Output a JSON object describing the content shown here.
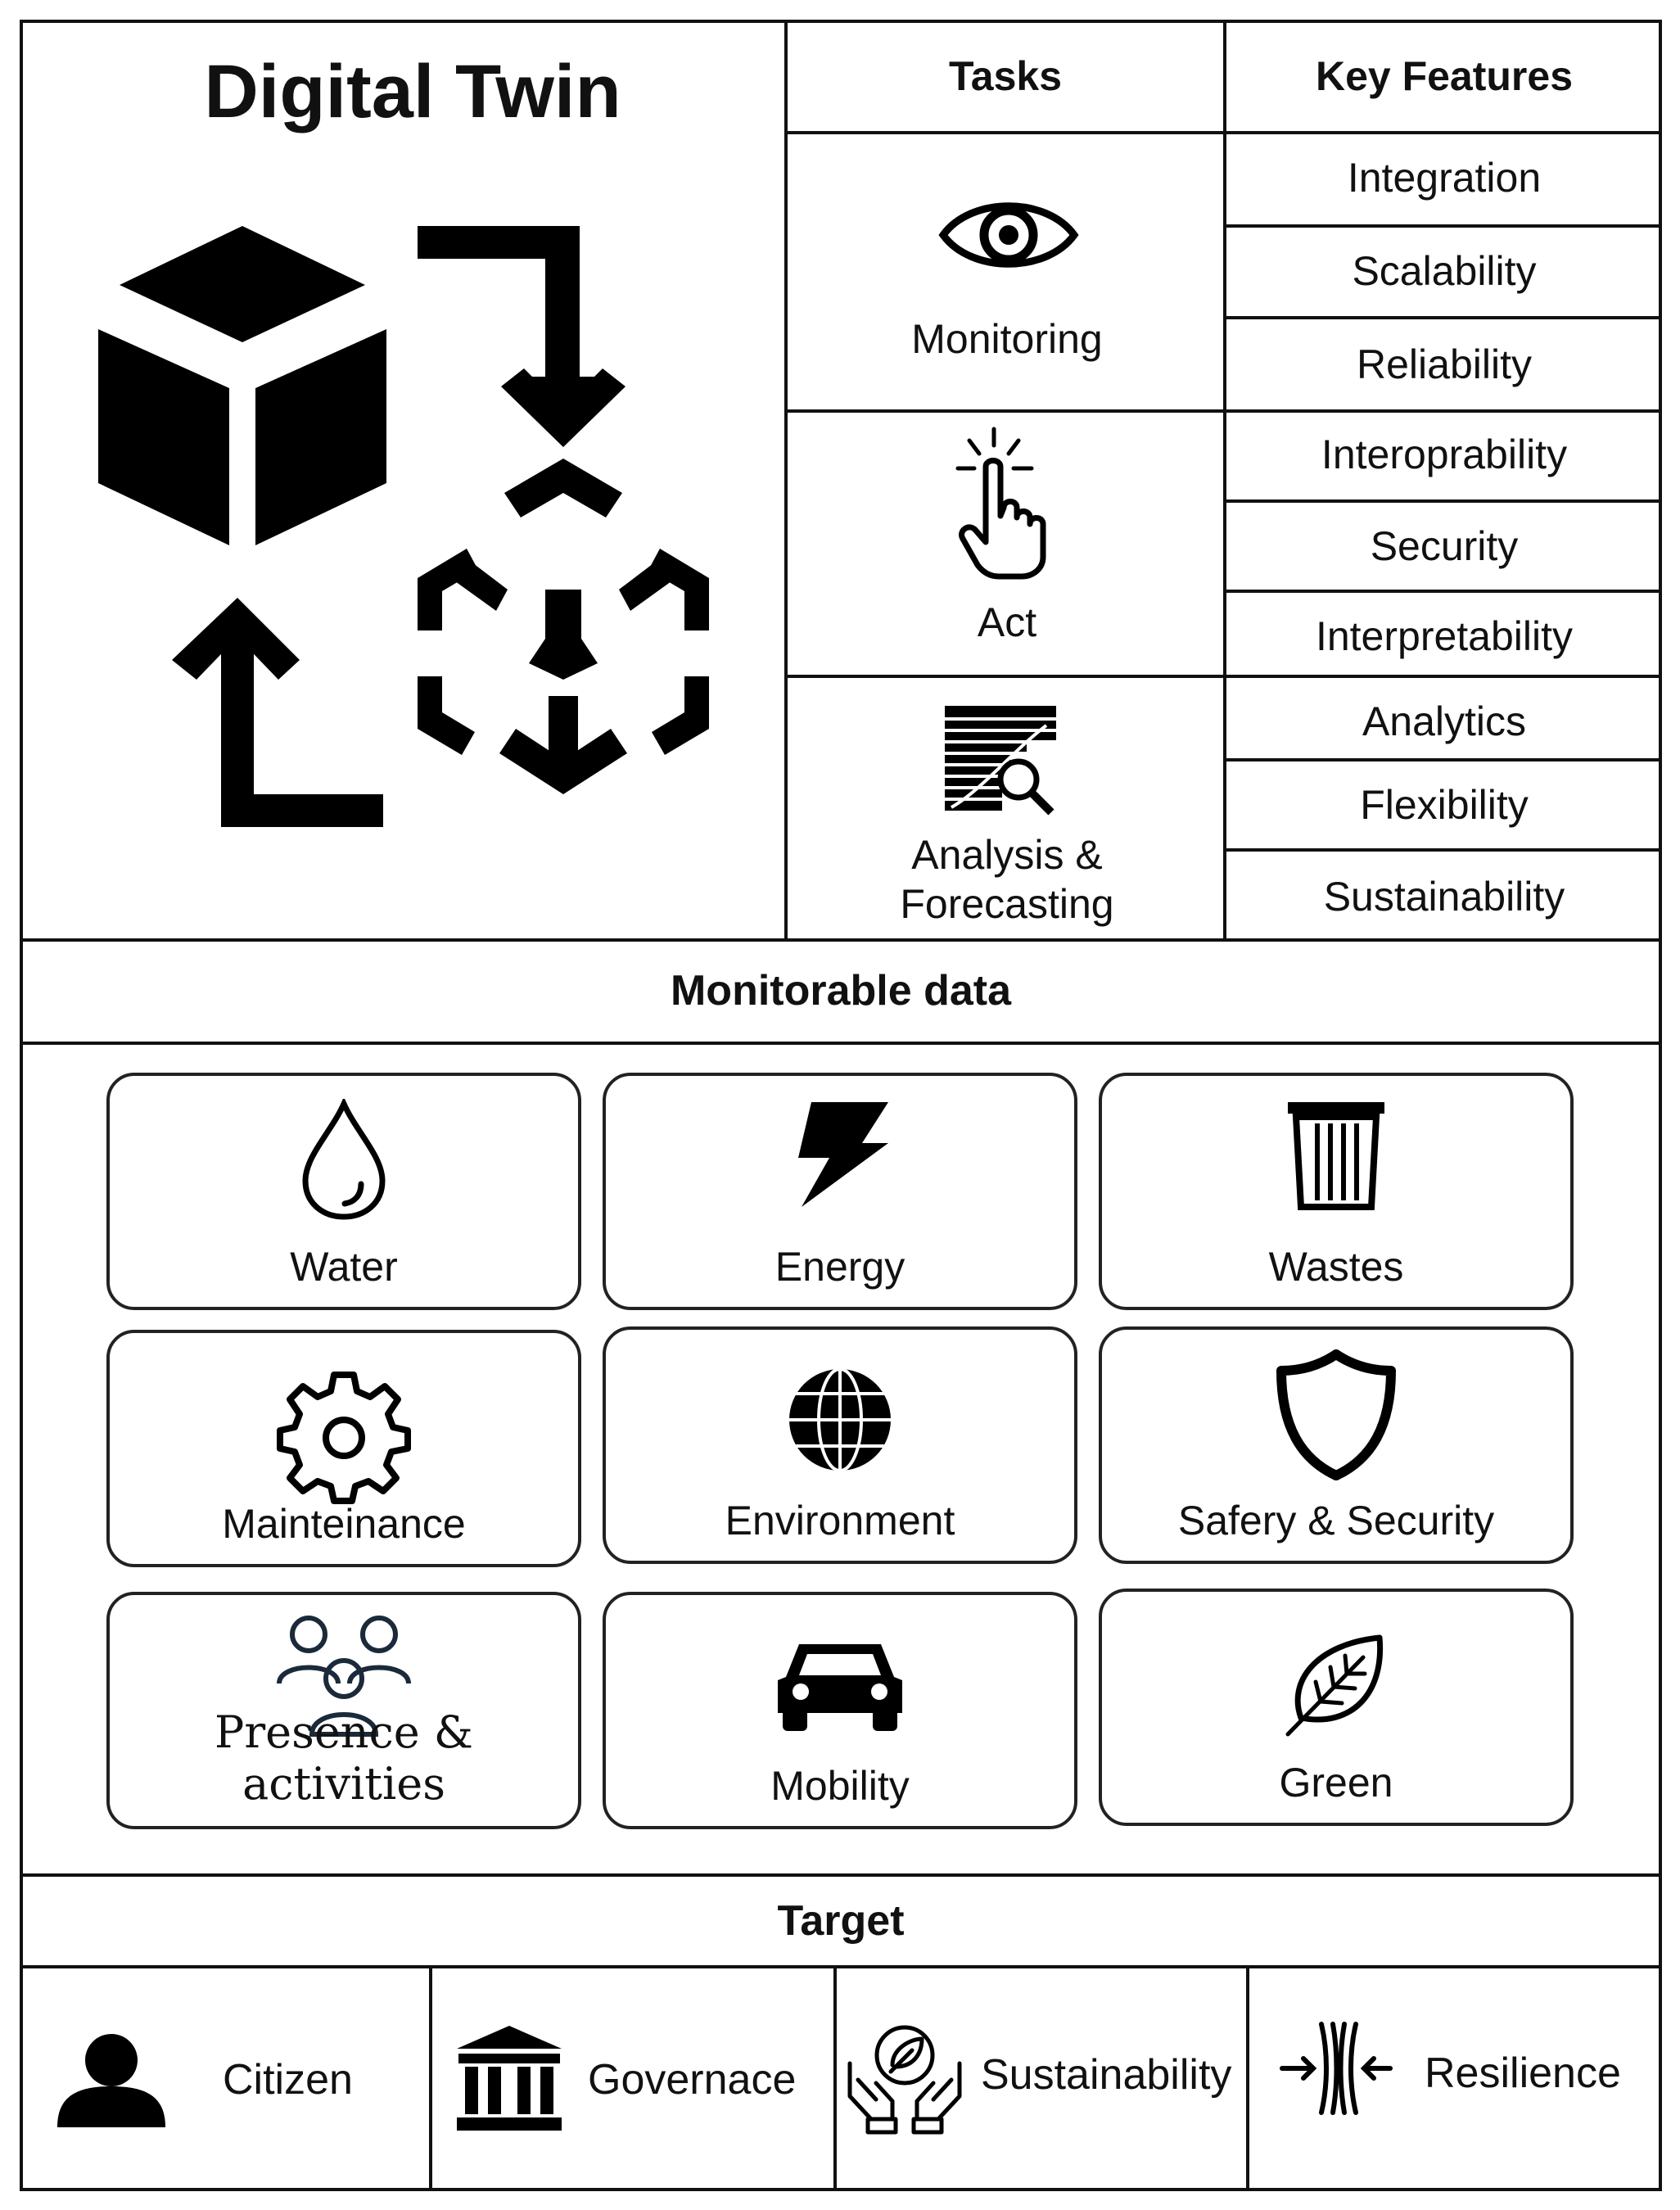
{
  "title": "Digital Twin",
  "headers": {
    "tasks": "Tasks",
    "key_features": "Key Features"
  },
  "tasks": [
    {
      "label": "Monitoring",
      "icon": "eye-icon"
    },
    {
      "label": "Act",
      "icon": "pointer-hand-icon"
    },
    {
      "label_line1": "Analysis &",
      "label_line2": "Forecasting",
      "icon": "analysis-chart-icon"
    }
  ],
  "key_features": [
    "Integration",
    "Scalability",
    "Reliability",
    "Interoprability",
    "Security",
    "Interpretability",
    "Analytics",
    "Flexibility",
    "Sustainability"
  ],
  "monitorable": {
    "title": "Monitorable data",
    "items": [
      {
        "label": "Water",
        "icon": "water-drop-icon"
      },
      {
        "label": "Energy",
        "icon": "lightning-icon"
      },
      {
        "label": "Wastes",
        "icon": "trash-can-icon"
      },
      {
        "label": "Mainteinance",
        "icon": "gear-icon"
      },
      {
        "label": "Environment",
        "icon": "globe-icon"
      },
      {
        "label": "Safery & Security",
        "icon": "shield-icon"
      },
      {
        "label": "Presence & activities",
        "icon": "people-group-icon"
      },
      {
        "label": "Mobility",
        "icon": "car-icon"
      },
      {
        "label": "Green",
        "icon": "leaf-icon"
      }
    ]
  },
  "target": {
    "title": "Target",
    "items": [
      {
        "label": "Citizen",
        "icon": "person-icon"
      },
      {
        "label": "Governace",
        "icon": "government-building-icon"
      },
      {
        "label": "Sustainability",
        "icon": "hands-globe-icon"
      },
      {
        "label": "Resilience",
        "icon": "resilience-arrows-icon"
      }
    ]
  }
}
